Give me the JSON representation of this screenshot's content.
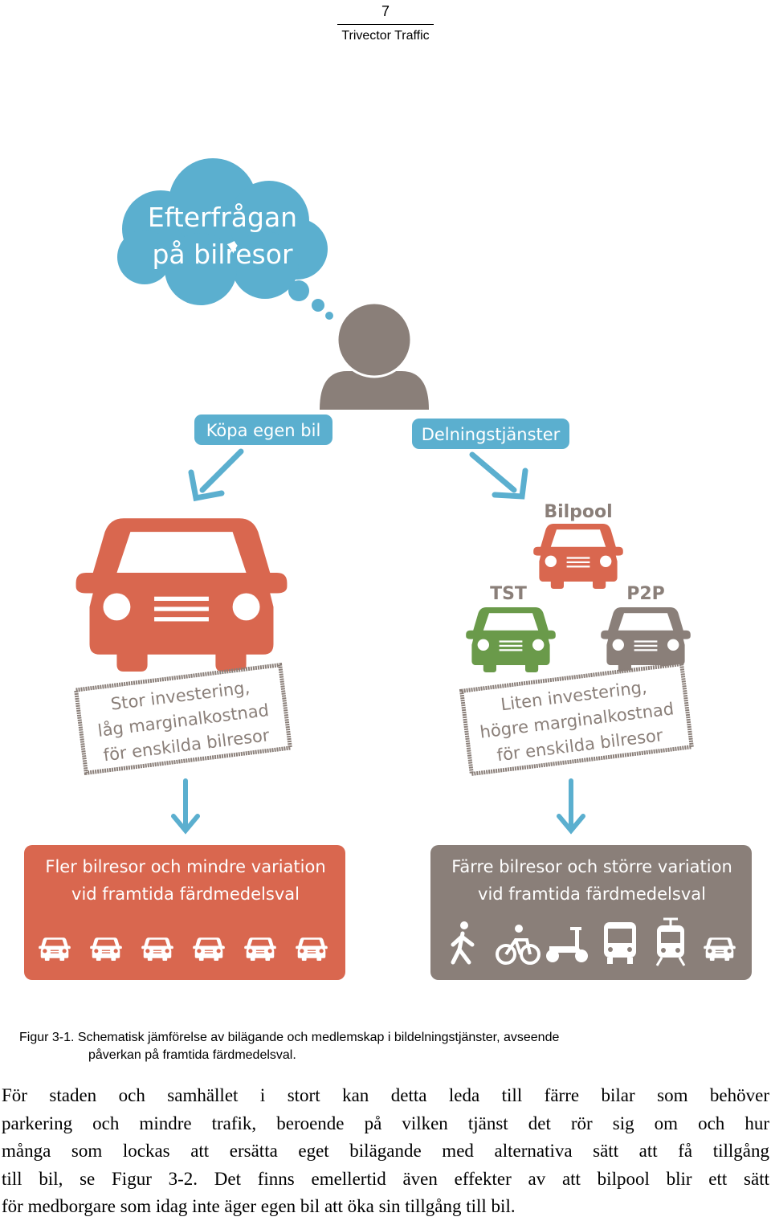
{
  "header": {
    "page_number": "7",
    "company": "Trivector Traffic"
  },
  "figure": {
    "cloud_line1": "Efterfrågan",
    "cloud_line2": "på bilresor",
    "left_label": "Köpa egen bil",
    "right_label": "Delningstjänster",
    "bilpool": "Bilpool",
    "tst": "TST",
    "p2p": "P2P",
    "left_sign": [
      "Stor investering,",
      "låg marginalkostnad",
      "för enskilda bilresor"
    ],
    "right_sign": [
      "Liten investering,",
      "högre marginalkostnad",
      "för enskilda bilresor"
    ],
    "left_box": [
      "Fler bilresor och mindre variation",
      "vid framtida färdmedelsval"
    ],
    "right_box": [
      "Färre bilresor och större variation",
      "vid framtida färdmedelsval"
    ],
    "colors": {
      "blue": "#5BAFCF",
      "red": "#D9674F",
      "gray": "#8A7F79",
      "green": "#6A9A4A"
    },
    "right_box_icons": [
      "pedestrian-icon",
      "bicycle-icon",
      "scooter-icon",
      "bus-icon",
      "tram-icon",
      "car-icon"
    ]
  },
  "caption": {
    "line1": "Figur 3-1. Schematisk jämförelse av bilägande och medlemskap i bildelningstjänster, avseende",
    "line2": "påverkan på framtida färdmedelsval."
  },
  "body": [
    "För staden och samhället i stort kan detta leda till färre bilar som behöver",
    "parkering och mindre trafik, beroende på vilken tjänst det rör sig om och hur",
    "många som lockas att ersätta eget bilägande med alternativa sätt att få tillgång",
    "till bil, se Figur 3-2. Det finns emellertid även effekter av att bilpool blir ett sätt",
    "för medborgare som idag inte äger egen bil att öka sin tillgång till bil."
  ]
}
